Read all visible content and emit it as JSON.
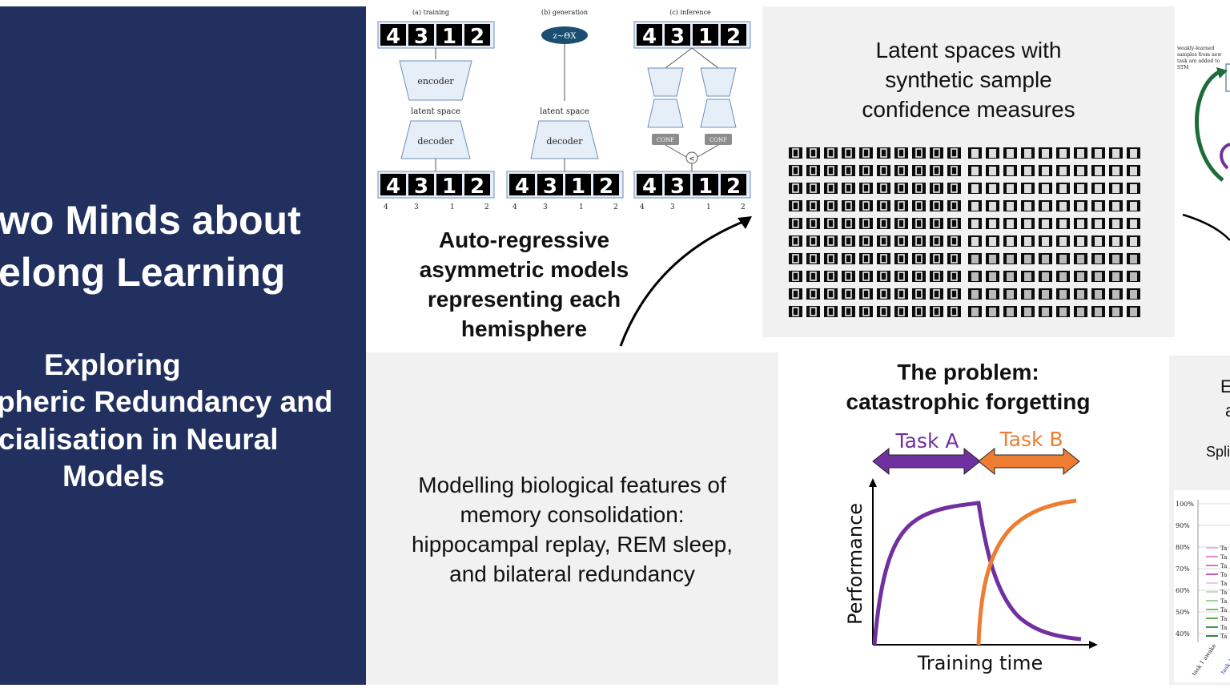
{
  "title": {
    "line1": "wo Minds about",
    "line2": "elong Learning"
  },
  "subtitle": {
    "line1": "Exploring",
    "line2": "pheric Redundancy and",
    "line3": "cialisation in Neural",
    "line4": "Models"
  },
  "arch": {
    "training_label": "(a) training",
    "generation_label": "(b) generation",
    "inference_label": "(c) inference",
    "encoder": "encoder",
    "latent_space": "latent space",
    "decoder": "decoder",
    "z_label": "z~ΘX",
    "conf": "CONF",
    "compare": "<",
    "digits": [
      "4",
      "3",
      "1",
      "2"
    ],
    "caption": [
      "Auto-regressive",
      "asymmetric models",
      "representing each",
      "hemisphere"
    ]
  },
  "latent": {
    "caption": [
      "Latent spaces with",
      "synthetic sample",
      "confidence measures"
    ]
  },
  "bio": {
    "caption": [
      "Modelling biological features of",
      "memory consolidation:",
      "hippocampal replay, REM sleep,",
      "and bilateral redundancy"
    ]
  },
  "problem": {
    "title": [
      "The problem:",
      "catastrophic forgetting"
    ],
    "task_a": "Task A",
    "task_b": "Task B",
    "ylabel": "Performance",
    "xlabel": "Training time",
    "colors": {
      "task_a": "#7030a0",
      "task_b": "#ed7d31"
    }
  },
  "right_edge": {
    "note": [
      "weakly-learned",
      "samples from new",
      "task are added to",
      "STM"
    ],
    "frag1": "E",
    "frag2": "a",
    "frag3": "Spli",
    "pct_ticks": [
      "100%",
      "90%",
      "80%",
      "70%",
      "60%",
      "50%",
      "40%"
    ],
    "legend": [
      "Ta",
      "Ta",
      "Ta",
      "Ta",
      "Ta",
      "Ta",
      "Ta",
      "Ta",
      "Ta",
      "Ta",
      "Ta"
    ],
    "xticks": [
      "task 1 awake",
      "task 1"
    ]
  }
}
